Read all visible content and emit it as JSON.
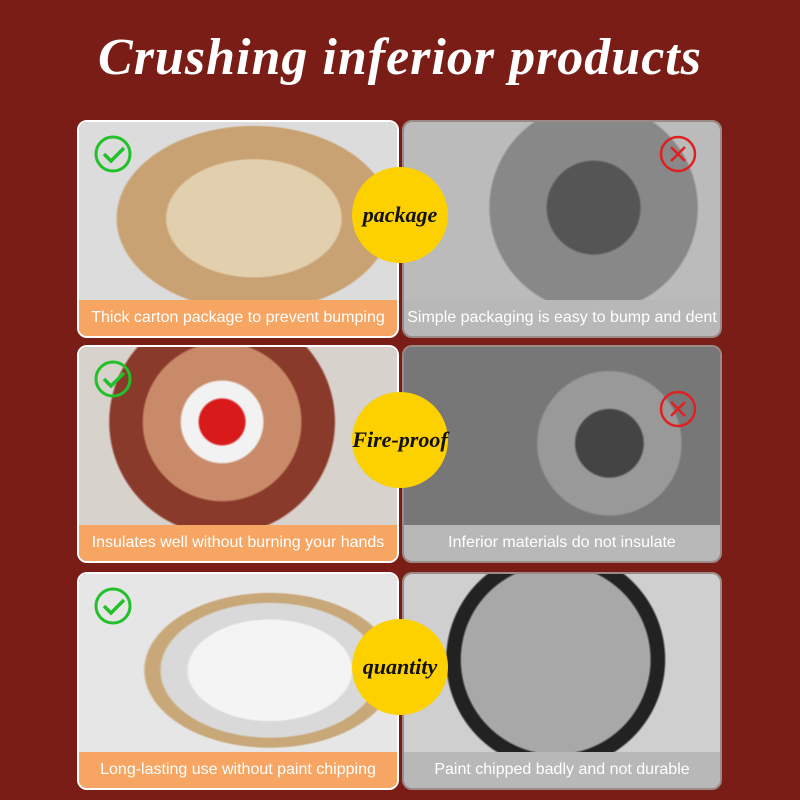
{
  "title": "Crushing inferior products",
  "rows": [
    {
      "badge": "package",
      "good": "Thick carton package to prevent bumping",
      "bad": "Simple packaging is easy to bump and dent"
    },
    {
      "badge": "Fire-proof",
      "good": "Insulates well without burning your hands",
      "bad": "Inferior materials do not insulate"
    },
    {
      "badge": "quantity",
      "good": "Long-lasting use without paint chipping",
      "bad": "Paint chipped badly and not durable"
    }
  ],
  "colors": {
    "background": "#7a1d16",
    "good_caption": "#f6a563",
    "bad_caption": "#b8b8b8",
    "badge": "#fdd000",
    "check": "#22c02a",
    "cross": "#e02020"
  }
}
